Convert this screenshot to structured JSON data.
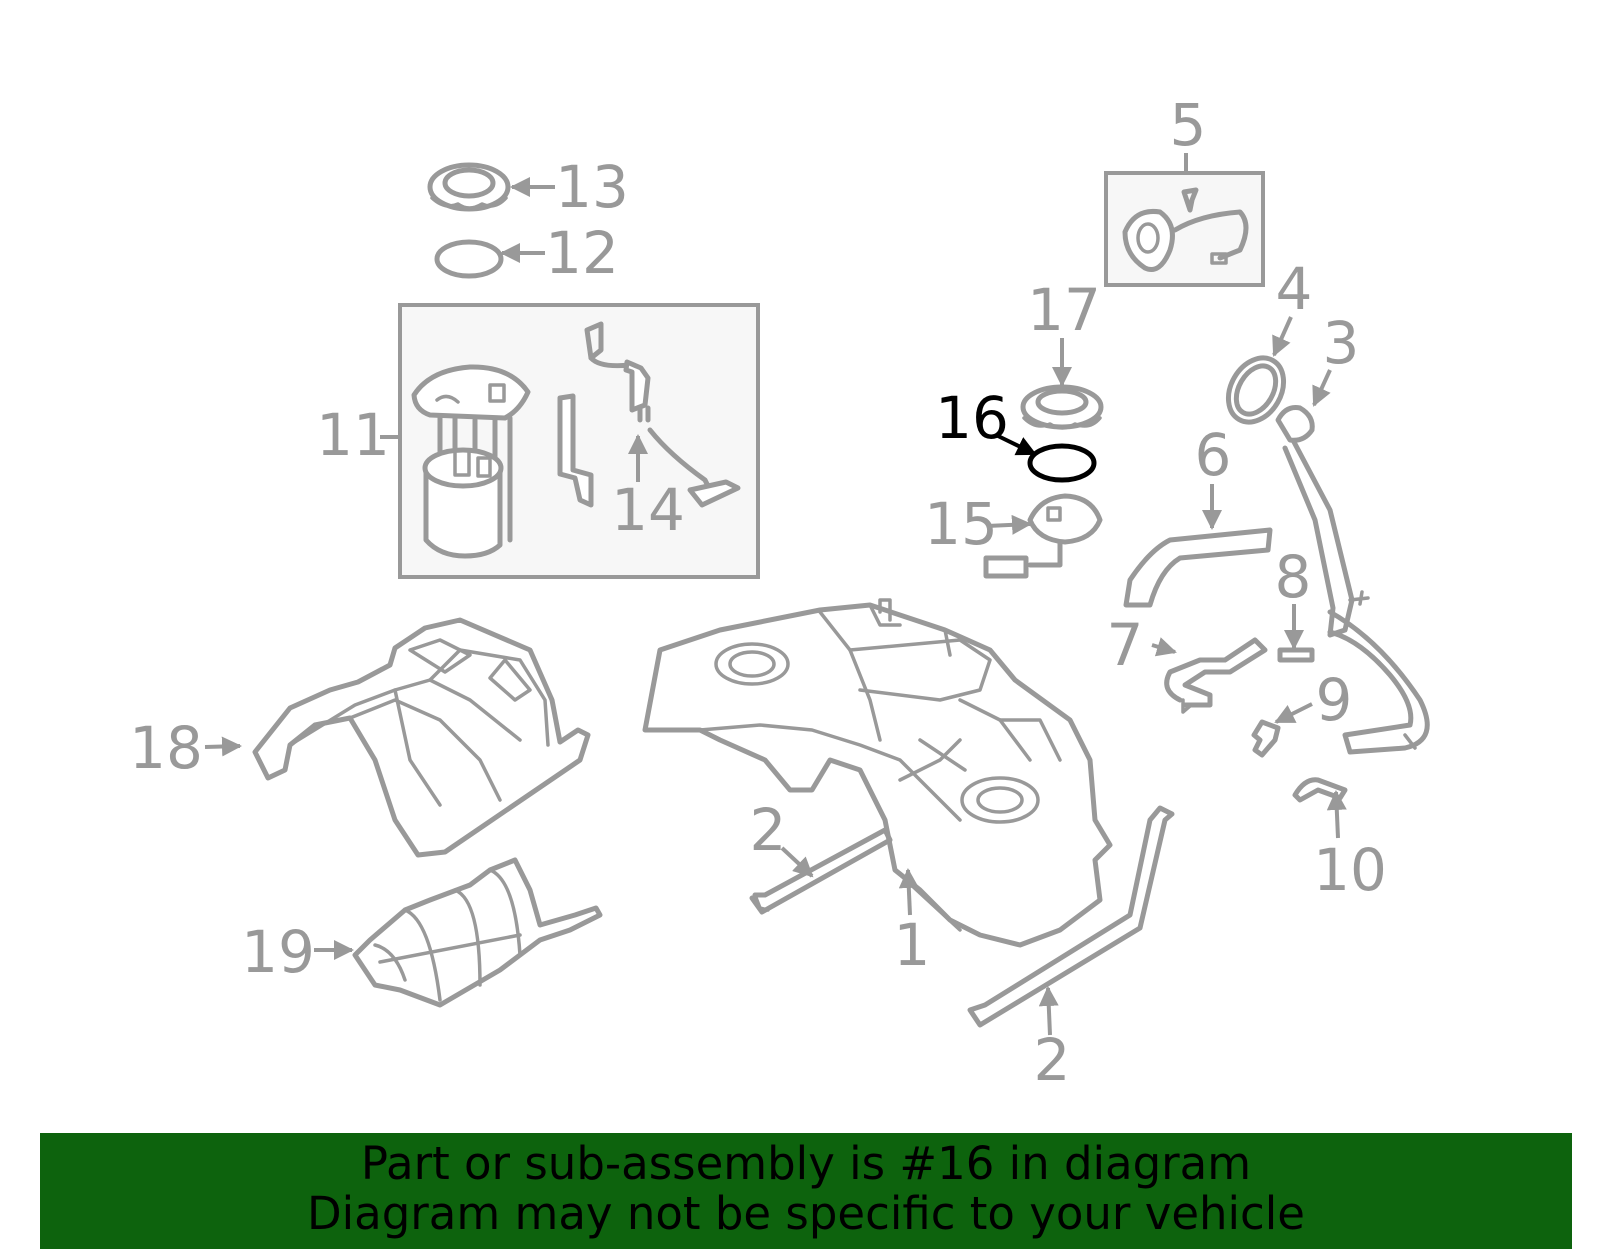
{
  "callouts": {
    "c1": "1",
    "c2a": "2",
    "c2b": "2",
    "c3": "3",
    "c4": "4",
    "c5": "5",
    "c6": "6",
    "c7": "7",
    "c8": "8",
    "c9": "9",
    "c10": "10",
    "c11": "11",
    "c12": "12",
    "c13": "13",
    "c14": "14",
    "c15": "15",
    "c16": "16",
    "c17": "17",
    "c18": "18",
    "c19": "19"
  },
  "highlighted_part": "16",
  "banner": {
    "line1": "Part or sub-assembly is #16 in diagram",
    "line2": "Diagram may not be specific to your vehicle"
  },
  "colors": {
    "line_art": "#999999",
    "highlight": "#000000",
    "banner_background": "#0d630d"
  }
}
